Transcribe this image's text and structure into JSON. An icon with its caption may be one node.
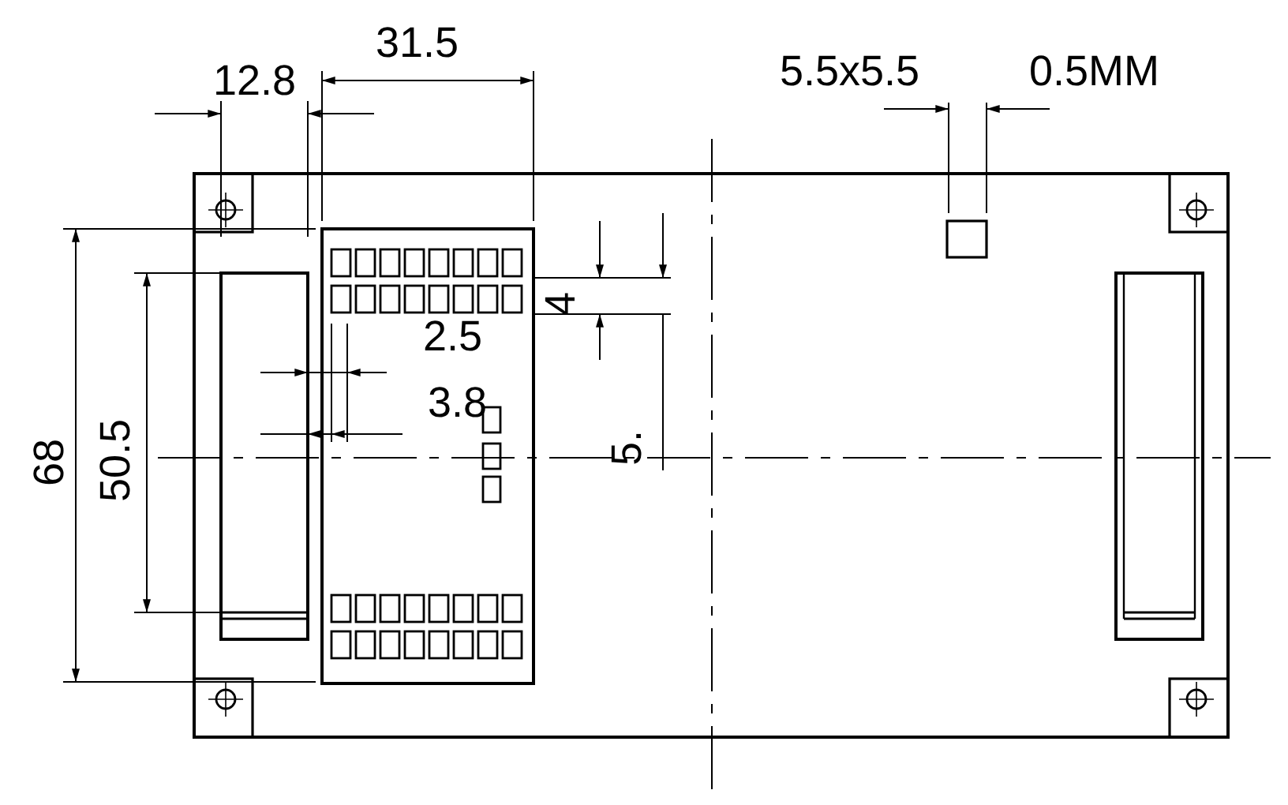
{
  "diagram": {
    "labels": [
      "12.8",
      "31.5",
      "5.5x5.5",
      "0.5MM",
      "4",
      "2.5",
      "3.8",
      "5.",
      "68",
      "50.5"
    ]
  }
}
